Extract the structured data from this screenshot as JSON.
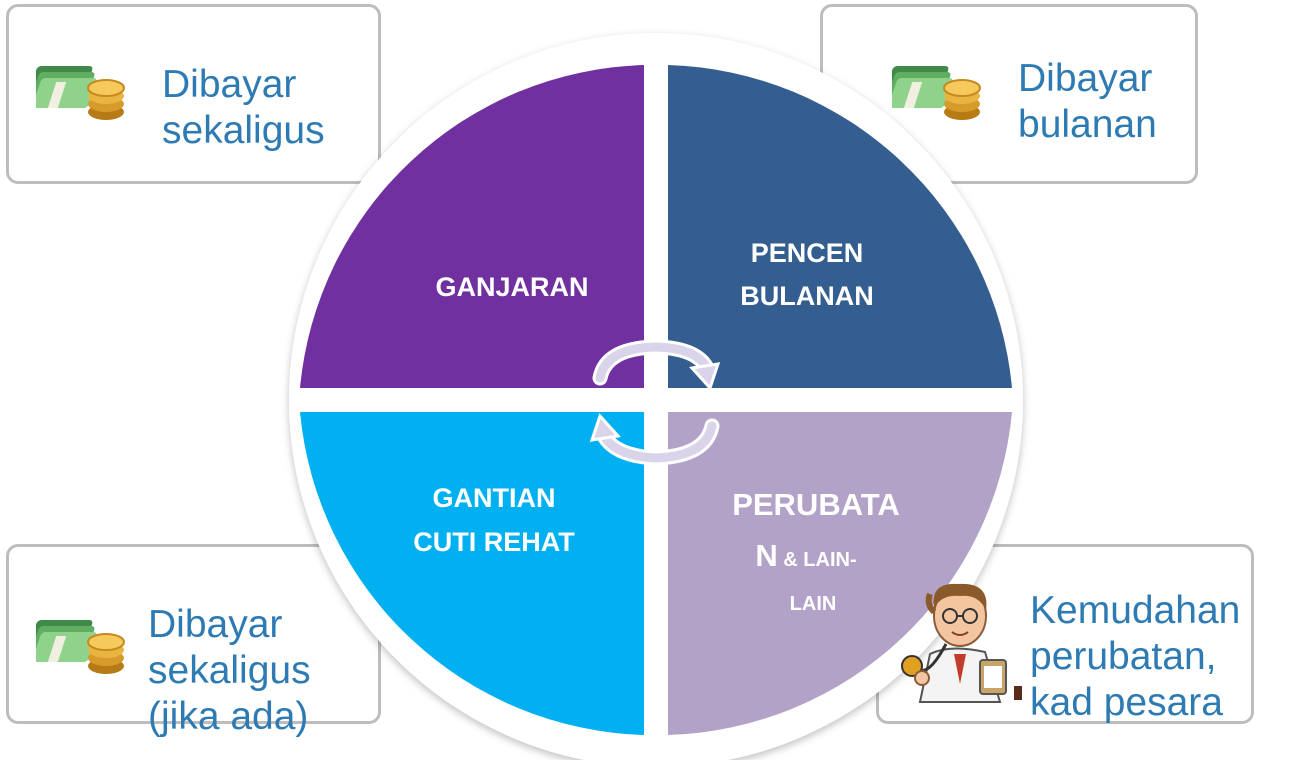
{
  "quadrants": {
    "top_left": {
      "label": "GANJARAN",
      "color": "#7030a0"
    },
    "top_right": {
      "line1": "PENCEN",
      "line2": "BULANAN",
      "color": "#355e90"
    },
    "bottom_left": {
      "line1": "GANTIAN",
      "line2": "CUTI REHAT",
      "color": "#00b0f0"
    },
    "bottom_right": {
      "line1": "PERUBATA",
      "line2_big": "N",
      "line2_small": " & LAIN-",
      "line3": "LAIN",
      "color": "#b2a2c7"
    }
  },
  "callouts": {
    "top_left": {
      "line1": "Dibayar",
      "line2": "sekaligus",
      "icon": "money-stack-coins-icon"
    },
    "top_right": {
      "line1": "Dibayar",
      "line2": "bulanan",
      "icon": "money-stack-coins-icon"
    },
    "bottom_left": {
      "line1": "Dibayar",
      "line2": "sekaligus",
      "line3": "(jika ada)",
      "icon": "money-stack-coins-icon"
    },
    "bottom_right": {
      "line1": "Kemudahan",
      "line2": "perubatan,",
      "line3": "kad pesara",
      "icon": "doctor-stethoscope-icon"
    }
  },
  "colors": {
    "callout_text": "#2e7bb4",
    "callout_border": "#bdbdbd",
    "cycle_arrow": "#d9d4ea"
  }
}
